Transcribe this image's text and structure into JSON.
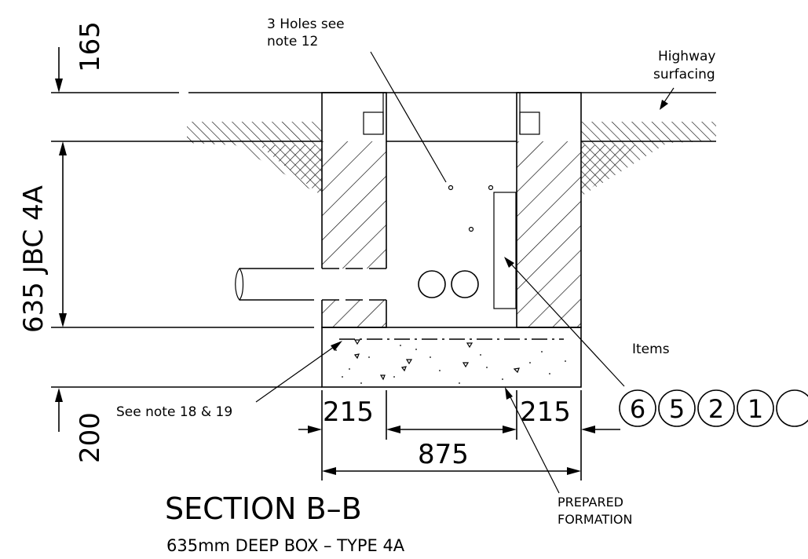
{
  "dimensions": {
    "top": "165",
    "depth": "635 JBC 4A",
    "base": "200",
    "wall_left": "215",
    "wall_right": "215",
    "internal_width": "875"
  },
  "labels": {
    "holes_line1": "3 Holes see",
    "holes_line2": "note 12",
    "highway_line1": "Highway",
    "highway_line2": "surfacing",
    "see_note": "See note 18 & 19",
    "items": "Items",
    "prepared_line1": "PREPARED",
    "prepared_line2": "FORMATION"
  },
  "items": [
    "6",
    "5",
    "2",
    "1"
  ],
  "title": "SECTION B–B",
  "subtitle": "635mm DEEP BOX – TYPE 4A"
}
